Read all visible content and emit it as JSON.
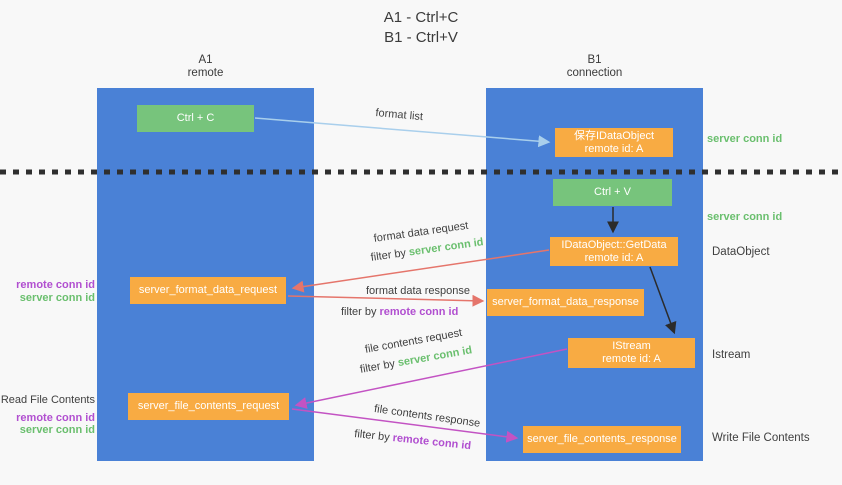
{
  "title": {
    "line1": "A1 - Ctrl+C",
    "line2": "B1 - Ctrl+V"
  },
  "lanes": {
    "left": {
      "name": "A1",
      "role": "remote"
    },
    "right": {
      "name": "B1",
      "role": "connection"
    }
  },
  "nodes": {
    "ctrl_c": {
      "label": "Ctrl + C"
    },
    "ctrl_v": {
      "label": "Ctrl + V"
    },
    "save_idataobject": {
      "line1": "保存IDataObject",
      "line2": "remote id: A"
    },
    "idataobject_getdata": {
      "line1": "IDataObject::GetData",
      "line2": "remote id: A"
    },
    "istream": {
      "line1": "IStream",
      "line2": "remote id: A"
    },
    "server_format_data_request": {
      "label": "server_format_data_request"
    },
    "server_format_data_response": {
      "label": "server_format_data_response"
    },
    "server_file_contents_request": {
      "label": "server_file_contents_request"
    },
    "server_file_contents_response": {
      "label": "server_file_contents_response"
    }
  },
  "side_labels": {
    "server_conn_id_top": "server conn id",
    "server_conn_id_mid": "server conn id",
    "dataobject": "DataObject",
    "istream": "Istream",
    "write_file_contents": "Write File Contents",
    "read_file_contents": "Read File Contents",
    "remote_conn_id_format": "remote conn id",
    "server_conn_id_format": "server conn id",
    "remote_conn_id_file": "remote conn id",
    "server_conn_id_file": "server conn id"
  },
  "arrows": {
    "format_list": {
      "label": "format list"
    },
    "format_data_request": {
      "label": "format data request",
      "filter_prefix": "filter by",
      "filter_key": "server conn id"
    },
    "format_data_response": {
      "label": "format data response",
      "filter_prefix": "filter by",
      "filter_key": "remote conn id"
    },
    "file_contents_request": {
      "label": "file contents request",
      "filter_prefix": "filter by",
      "filter_key": "server conn id"
    },
    "file_contents_response": {
      "label": "file contents response",
      "filter_prefix": "filter by",
      "filter_key": "remote conn id"
    }
  },
  "colors": {
    "lane_blue": "#4a81d6",
    "node_orange": "#f8ab43",
    "node_green": "#77c47c",
    "green_text": "#6abf6e",
    "purple_text": "#b14fd0",
    "red_arrow": "#e5756b",
    "magenta_arrow": "#c353c3",
    "light_blue_arrow": "#a9cfec",
    "black_arrow": "#2b2b2b"
  }
}
